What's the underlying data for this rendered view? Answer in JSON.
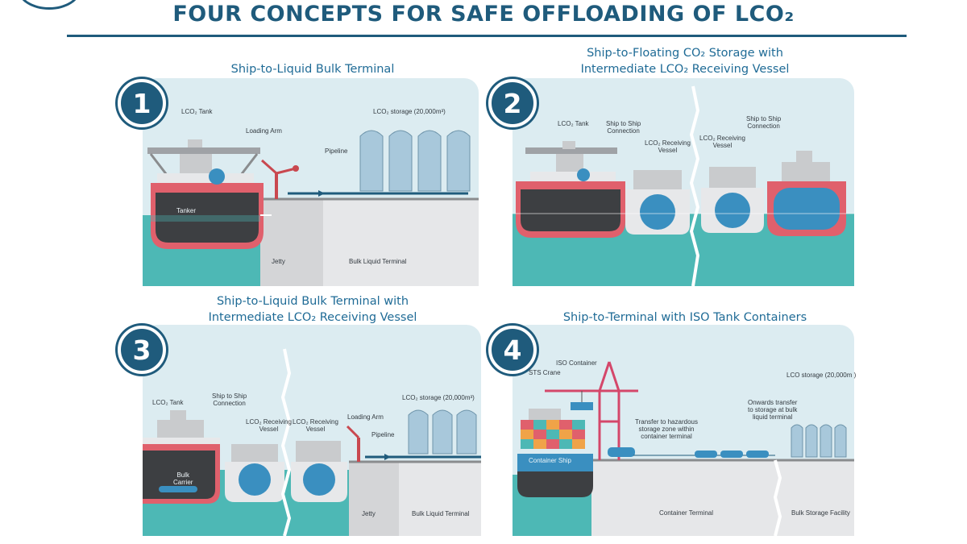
{
  "title": "FOUR CONCEPTS FOR SAFE OFFLOADING OF LCO₂",
  "panels": [
    {
      "number": "1",
      "caption_line1": "Ship-to-Liquid Bulk Terminal",
      "labels": {
        "tank": "LCO₂ Tank",
        "loading_arm": "Loading Arm",
        "storage": "LCO₂ storage (20,000m³)",
        "pipeline": "Pipeline",
        "tanker": "Tanker",
        "jetty": "Jetty",
        "terminal": "Bulk Liquid Terminal"
      }
    },
    {
      "number": "2",
      "caption_line1": "Ship-to-Floating CO₂ Storage with",
      "caption_line2": "Intermediate LCO₂ Receiving Vessel",
      "labels": {
        "tank": "LCO₂ Tank",
        "sts_connection_a_1": "Ship to Ship",
        "sts_connection_a_2": "Connection",
        "receiving_a_1": "LCO₂ Receiving",
        "receiving_a_2": "Vessel",
        "receiving_b_1": "LCO₂ Receiving",
        "receiving_b_2": "Vessel",
        "sts_connection_b_1": "Ship to Ship",
        "sts_connection_b_2": "Connection"
      }
    },
    {
      "number": "3",
      "caption_line1": "Ship-to-Liquid Bulk Terminal with",
      "caption_line2": "Intermediate LCO₂ Receiving Vessel",
      "labels": {
        "tank": "LCO₂ Tank",
        "sts_connection_1": "Ship to Ship",
        "sts_connection_2": "Connection",
        "receiving_a_1": "LCO₂ Receiving",
        "receiving_a_2": "Vessel",
        "receiving_b_1": "LCO₂ Receiving",
        "receiving_b_2": "Vessel",
        "loading_arm": "Loading Arm",
        "pipeline": "Pipeline",
        "storage": "LCO₂ storage (20,000m³)",
        "bulk_carrier_1": "Bulk",
        "bulk_carrier_2": "Carrier",
        "jetty": "Jetty",
        "terminal": "Bulk Liquid Terminal"
      }
    },
    {
      "number": "4",
      "caption_line1": "Ship-to-Terminal with ISO Tank Containers",
      "labels": {
        "iso_container": "ISO Container",
        "sts_crane": "STS Crane",
        "transfer_1": "Transfer to hazardous",
        "transfer_2": "storage zone within",
        "transfer_3": "container terminal",
        "storage": "LCO  storage (20,000m )",
        "onwards_1": "Onwards transfer",
        "onwards_2": "to storage at bulk",
        "onwards_3": "liquid terminal",
        "container_ship": "Container Ship",
        "container_terminal": "Container Terminal",
        "bulk_storage": "Bulk Storage Facility"
      }
    }
  ],
  "colors": {
    "primary": "#1f5b7c",
    "caption": "#1f6b96",
    "panel_bg": "#dcecf1",
    "sea": "#4db8b5",
    "hull_red": "#e0606c",
    "lco2_blue": "#3a8fc0",
    "ground": "#e6e7e9"
  }
}
